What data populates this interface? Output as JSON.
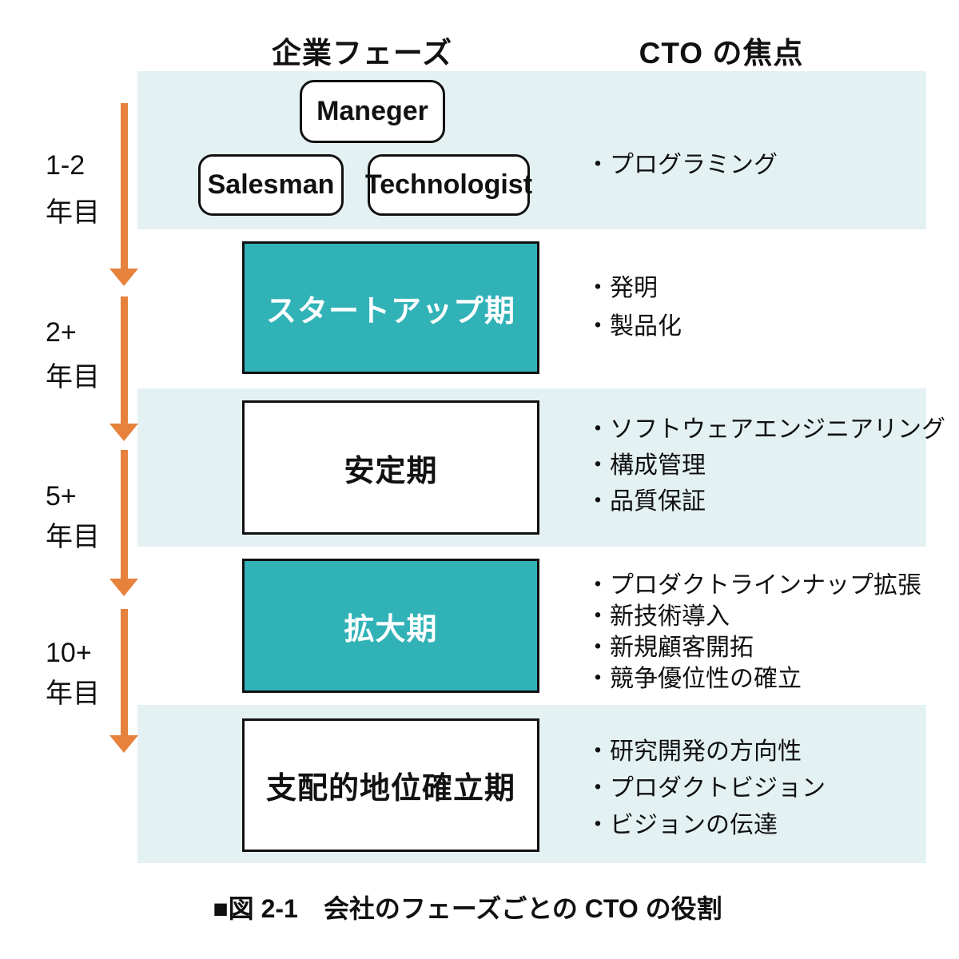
{
  "headers": {
    "company_phase": "企業フェーズ",
    "cto_focus": "CTO の焦点"
  },
  "timeline": {
    "items": [
      {
        "line1": "1-2",
        "line2": "年目"
      },
      {
        "line1": "2+",
        "line2": "年目"
      },
      {
        "line1": "5+",
        "line2": "年目"
      },
      {
        "line1": "10+",
        "line2": "年目"
      }
    ]
  },
  "org_boxes": {
    "manager": "Maneger",
    "salesman": "Salesman",
    "technologist": "Technologist"
  },
  "phases": [
    {
      "label": "スタートアップ期"
    },
    {
      "label": "安定期"
    },
    {
      "label": "拡大期"
    },
    {
      "label": "支配的地位確立期"
    }
  ],
  "focus": {
    "phase1": [
      "・プログラミング"
    ],
    "phase2": [
      "・発明",
      "・製品化"
    ],
    "phase3": [
      "・ソフトウェアエンジニアリング",
      "・構成管理",
      "・品質保証"
    ],
    "phase4": [
      "・プロダクトラインナップ拡張",
      "・新技術導入",
      "・新規顧客開拓",
      "・競争優位性の確立"
    ],
    "phase5": [
      "・研究開発の方向性",
      "・プロダクトビジョン",
      "・ビジョンの伝達"
    ]
  },
  "caption": "■図 2-1　会社のフェーズごとの CTO の役割",
  "colors": {
    "teal": "#31b2b7",
    "band_light": "#e4f1f2",
    "arrow_orange": "#e6823c",
    "text": "#111111"
  }
}
